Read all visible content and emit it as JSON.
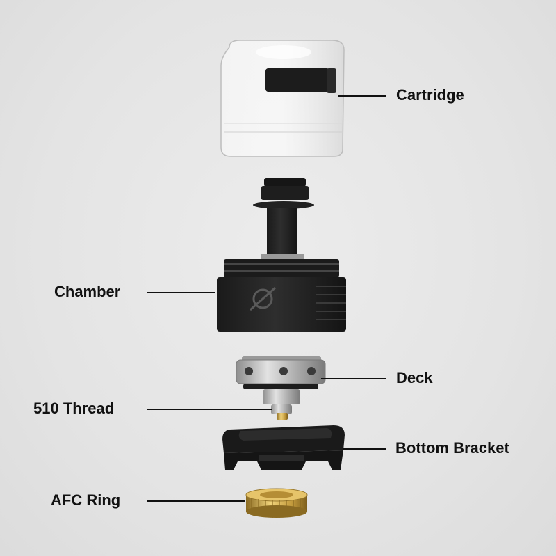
{
  "labels": {
    "cartridge": "Cartridge",
    "chamber": "Chamber",
    "deck": "Deck",
    "thread": "510 Thread",
    "bottom_bracket": "Bottom Bracket",
    "afc_ring": "AFC Ring"
  },
  "colors": {
    "background": "#e6e6e6",
    "label_text": "#111111",
    "metal_dark": "#1e1e1e",
    "steel": "#b9b9b9",
    "brass": "#c9a24a"
  }
}
